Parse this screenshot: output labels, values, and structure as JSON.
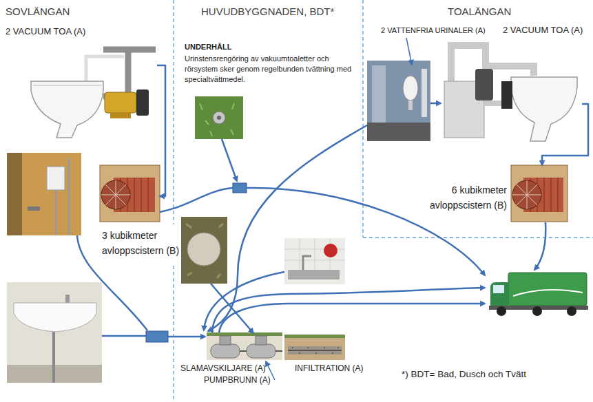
{
  "diagram": {
    "nodes": [
      {
        "text": [
          "2 VACUUM TOA (A)"
        ]
      },
      {
        "text": [
          "3 kubikmeter avloppscistern (B)"
        ]
      },
      {
        "text": [
          "2 VATTENFRIA URINALER (A)"
        ]
      },
      {
        "text": [
          "2 VACUUM TOA (A)"
        ]
      },
      {
        "text": [
          "6 kubikmeter avloppscistern (B)"
        ]
      },
      {
        "text": [
          "SLAMAVSKILJARE (A)"
        ]
      },
      {
        "text": [
          "INFILTRATION (A)"
        ]
      }
    ],
    "edges": [
      {
        "from": 0,
        "to": 1,
        "arrow": "to"
      },
      {
        "from": 2,
        "to": 3,
        "arrow": "to"
      },
      {
        "from": 3,
        "to": 4,
        "arrow": "to"
      }
    ],
    "labels": [
      "SOVLÄNGAN",
      "HUVUDBYGGNADEN, BDT*",
      "TOALÄNGAN",
      "UNDERHÅLL",
      "Urinstensrengöring av vakuumtoaletter och rörsystem sker genom regelbunden tvättning med specialtvättmedel.",
      "PUMPBRUNN (A)",
      "*) BDT= Bad, Dusch och Tvätt"
    ]
  }
}
